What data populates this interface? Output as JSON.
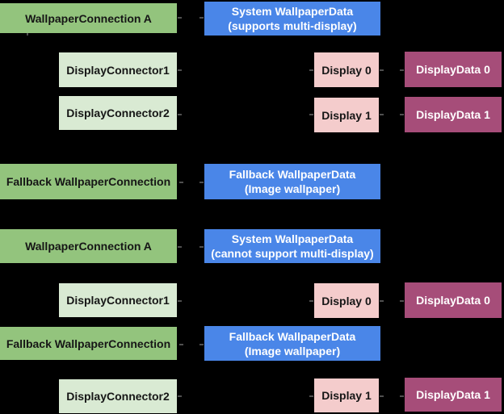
{
  "diagram": {
    "background": "#000000",
    "colors": {
      "wallpaper_connection": "#93c47d",
      "display_connector": "#d9ead3",
      "wallpaper_data": "#4a86e8",
      "display": "#f4cccc",
      "display_data": "#a64d79",
      "connector_line": "#4f4f4f",
      "text_on_dark": "#ffffff",
      "text_on_light": "#161616"
    },
    "scenarios": [
      "supports multi-display",
      "cannot support multi-display"
    ],
    "nodes": [
      {
        "id": "wallpaper-connection-a-1",
        "type": "wallpaper_connection",
        "label": "WallpaperConnection A"
      },
      {
        "id": "system-wallpaperdata-1",
        "type": "wallpaper_data",
        "label": "System WallpaperData\n(supports multi-display)"
      },
      {
        "id": "display-connector1-1",
        "type": "display_connector",
        "label": "DisplayConnector1"
      },
      {
        "id": "display-0-1",
        "type": "display",
        "label": "Display 0"
      },
      {
        "id": "display-data-0-1",
        "type": "display_data",
        "label": "DisplayData 0"
      },
      {
        "id": "display-connector2-1",
        "type": "display_connector",
        "label": "DisplayConnector2"
      },
      {
        "id": "display-1-1",
        "type": "display",
        "label": "Display 1"
      },
      {
        "id": "display-data-1-1",
        "type": "display_data",
        "label": "DisplayData 1"
      },
      {
        "id": "fallback-connection-1",
        "type": "wallpaper_connection",
        "label": "Fallback WallpaperConnection"
      },
      {
        "id": "fallback-wallpaperdata-1",
        "type": "wallpaper_data",
        "label": "Fallback WallpaperData\n(Image wallpaper)"
      },
      {
        "id": "wallpaper-connection-a-2",
        "type": "wallpaper_connection",
        "label": "WallpaperConnection A"
      },
      {
        "id": "system-wallpaperdata-2",
        "type": "wallpaper_data",
        "label": "System WallpaperData\n(cannot support multi-display)"
      },
      {
        "id": "display-connector1-2",
        "type": "display_connector",
        "label": "DisplayConnector1"
      },
      {
        "id": "display-0-2",
        "type": "display",
        "label": "Display 0"
      },
      {
        "id": "display-data-0-2",
        "type": "display_data",
        "label": "DisplayData 0"
      },
      {
        "id": "fallback-connection-2",
        "type": "wallpaper_connection",
        "label": "Fallback WallpaperConnection"
      },
      {
        "id": "fallback-wallpaperdata-2",
        "type": "wallpaper_data",
        "label": "Fallback WallpaperData\n(Image wallpaper)"
      },
      {
        "id": "display-connector2-2",
        "type": "display_connector",
        "label": "DisplayConnector2"
      },
      {
        "id": "display-1-2",
        "type": "display",
        "label": "Display 1"
      },
      {
        "id": "display-data-1-2",
        "type": "display_data",
        "label": "DisplayData 1"
      }
    ]
  }
}
